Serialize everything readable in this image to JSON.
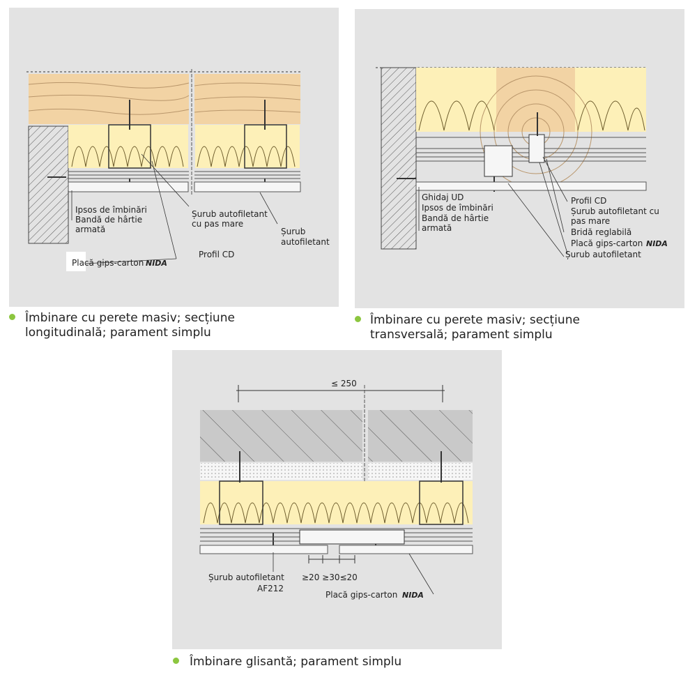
{
  "colors": {
    "panel": "#e3e3e3",
    "wood": "#f2d3a4",
    "wood_grain": "#b8956a",
    "insulation": "#fdf0b8",
    "insulation_line": "#6b5a2a",
    "concrete_hatch": "#555555",
    "bullet": "#8cc63f"
  },
  "panels": [
    {
      "caption_line1": "Îmbinare cu perete masiv; secțiune",
      "caption_line2": "longitudinală; parament simplu",
      "labels": {
        "ipsos": "Ipsos de îmbinări",
        "banda1": "Bandă de hârtie",
        "banda2": "armată",
        "surub_pas1": "Șurub autofiletant",
        "surub_pas2": "cu pas mare",
        "surub1": "Șurub",
        "surub2": "autofiletant",
        "profil": "Profil CD",
        "placa": "Placă gips-carton",
        "brand": "NIDA"
      }
    },
    {
      "caption_line1": "Îmbinare cu perete masiv; secțiune",
      "caption_line2": "transversală; parament simplu",
      "labels": {
        "ghidaj": "Ghidaj UD",
        "ipsos": "Ipsos de îmbinări",
        "banda1": "Bandă de hârtie",
        "banda2": "armată",
        "profil": "Profil CD",
        "surub_pas1": "Șurub autofiletant cu",
        "surub_pas2": "pas mare",
        "brida": "Bridă reglabilă",
        "placa": "Placă gips-carton",
        "brand": "NIDA",
        "surub": "Șurub autofiletant"
      }
    },
    {
      "caption_line1": "Îmbinare glisantă; parament simplu",
      "labels": {
        "dim_top": "≤ 250",
        "dim_bottom": "≥20 ≥30≤20",
        "surub1": "Șurub autofiletant",
        "surub2": "AF212",
        "placa": "Placă gips-carton",
        "brand": "NIDA"
      }
    }
  ]
}
